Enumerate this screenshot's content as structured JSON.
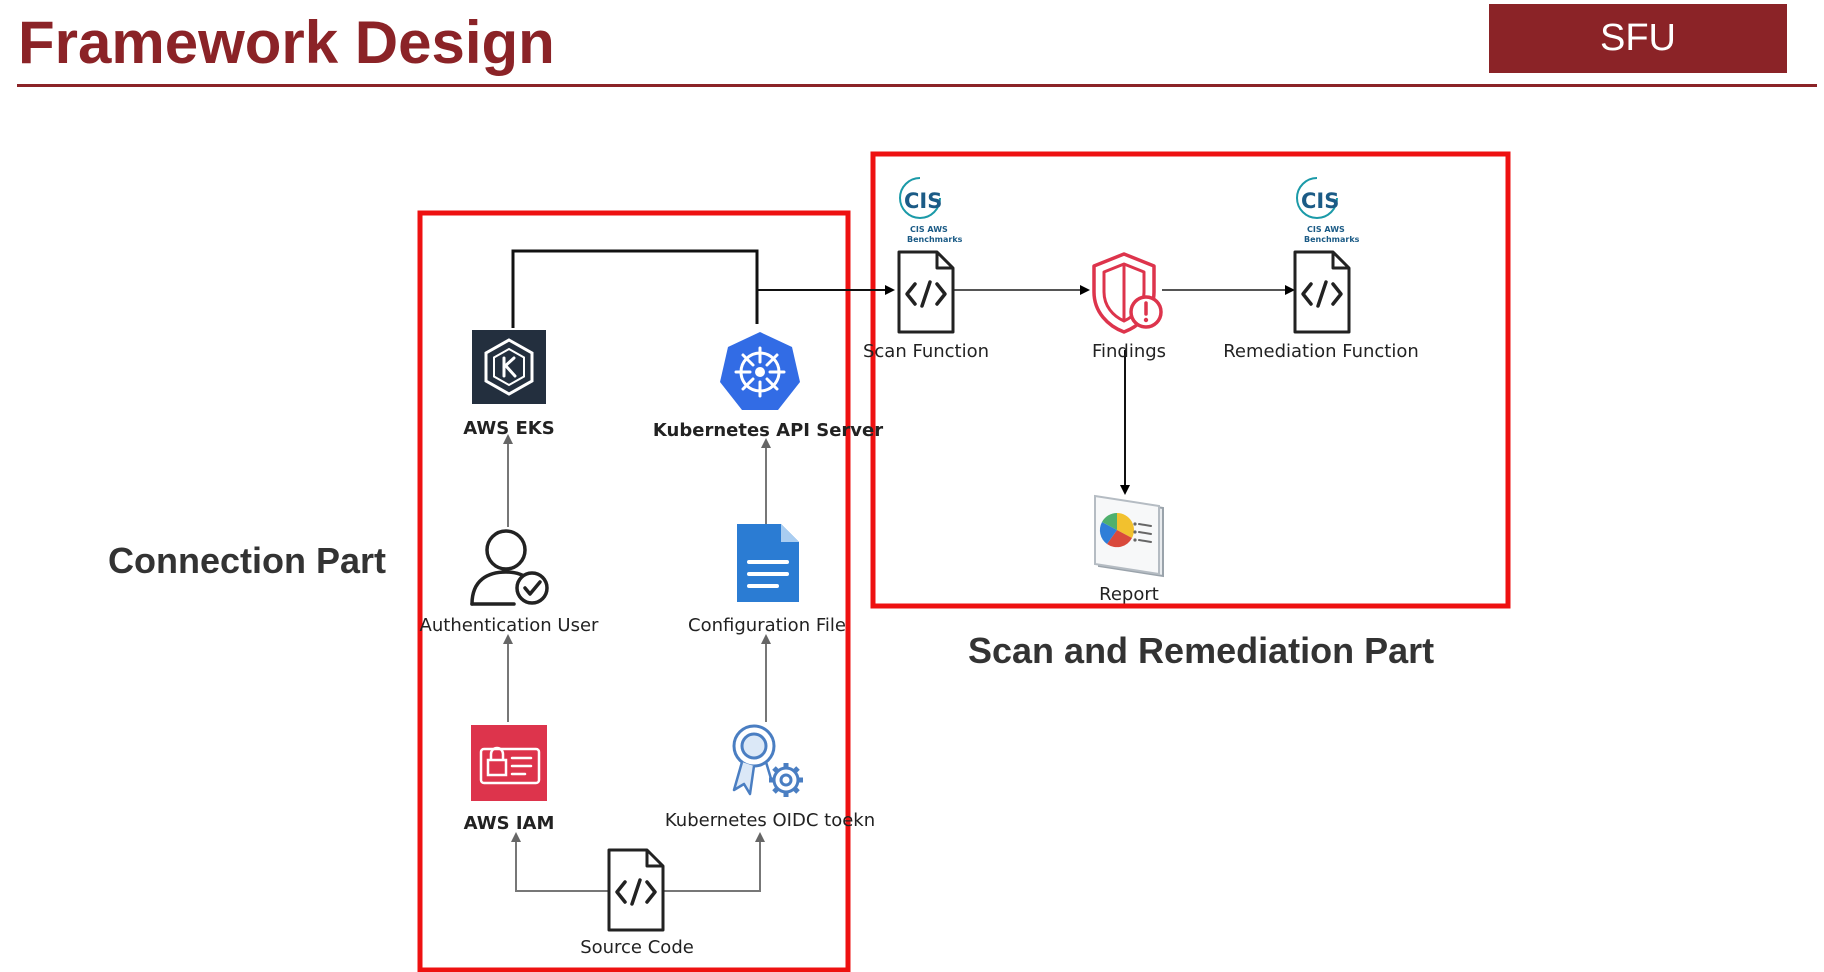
{
  "header": {
    "title": "Framework Design",
    "badge": "SFU"
  },
  "parts": {
    "connection": "Connection Part",
    "scan_remediation": "Scan and Remediation Part"
  },
  "nodes": {
    "aws_eks": "AWS EKS",
    "k8s_api_server": "Kubernetes API Server",
    "auth_user": "Authentication User",
    "config_file": "Configuration File",
    "aws_iam": "AWS IAM",
    "oidc_token": "Kubernetes OIDC toekn",
    "source_code": "Source Code",
    "scan_function": "Scan Function",
    "findings": "Findings",
    "remediation_function": "Remediation Function",
    "report": "Report"
  },
  "cis": {
    "logo": "CIS",
    "line1": "CIS AWS",
    "line2": "Benchmarks"
  },
  "colors": {
    "brand": "#8b2327",
    "highlight_box": "#ee1111",
    "eks_bg": "#232f3e",
    "k8s_blue": "#326ce5",
    "iam_red": "#dd344c",
    "doc_blue": "#2b7cd3"
  },
  "icons": {
    "aws_eks": "eks-icon",
    "k8s_api_server": "kubernetes-icon",
    "auth_user": "user-check-icon",
    "config_file": "document-icon",
    "aws_iam": "iam-icon",
    "oidc_token": "certificate-gear-icon",
    "source_code": "code-file-icon",
    "scan_function": "code-file-icon",
    "findings": "shield-alert-icon",
    "remediation_function": "code-file-icon",
    "report": "pie-report-icon"
  }
}
